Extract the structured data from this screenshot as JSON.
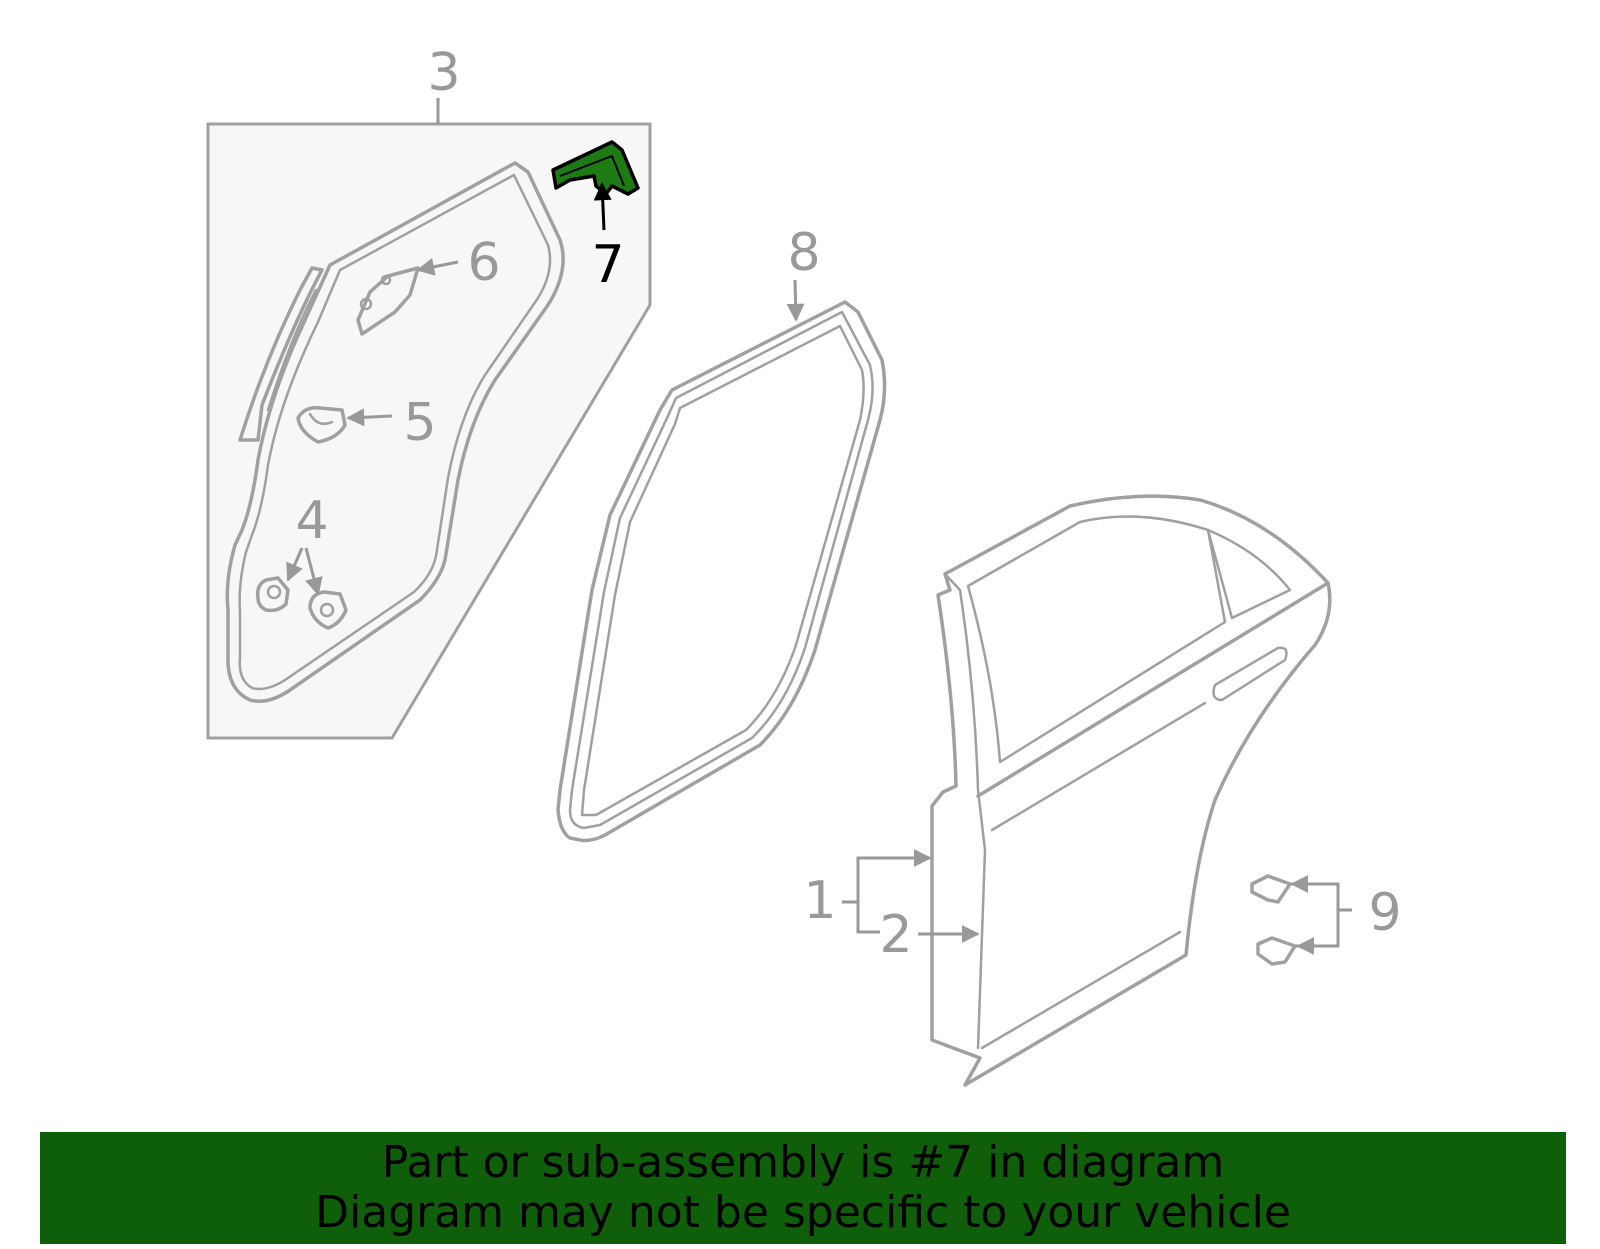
{
  "diagram": {
    "callouts": {
      "c1": "1",
      "c2": "2",
      "c3": "3",
      "c4": "4",
      "c5": "5",
      "c6": "6",
      "c7": "7",
      "c8": "8",
      "c9": "9"
    },
    "highlighted_part": "7",
    "colors": {
      "line": "#a0a0a0",
      "highlight_fill": "#1e7a12",
      "highlight_stroke": "#000000",
      "panel_fill": "#f7f7f7",
      "banner": "#0f5e0a"
    }
  },
  "banner": {
    "line1": "Part or sub-assembly is #7 in diagram",
    "line2": "Diagram may not be specific to your vehicle"
  }
}
